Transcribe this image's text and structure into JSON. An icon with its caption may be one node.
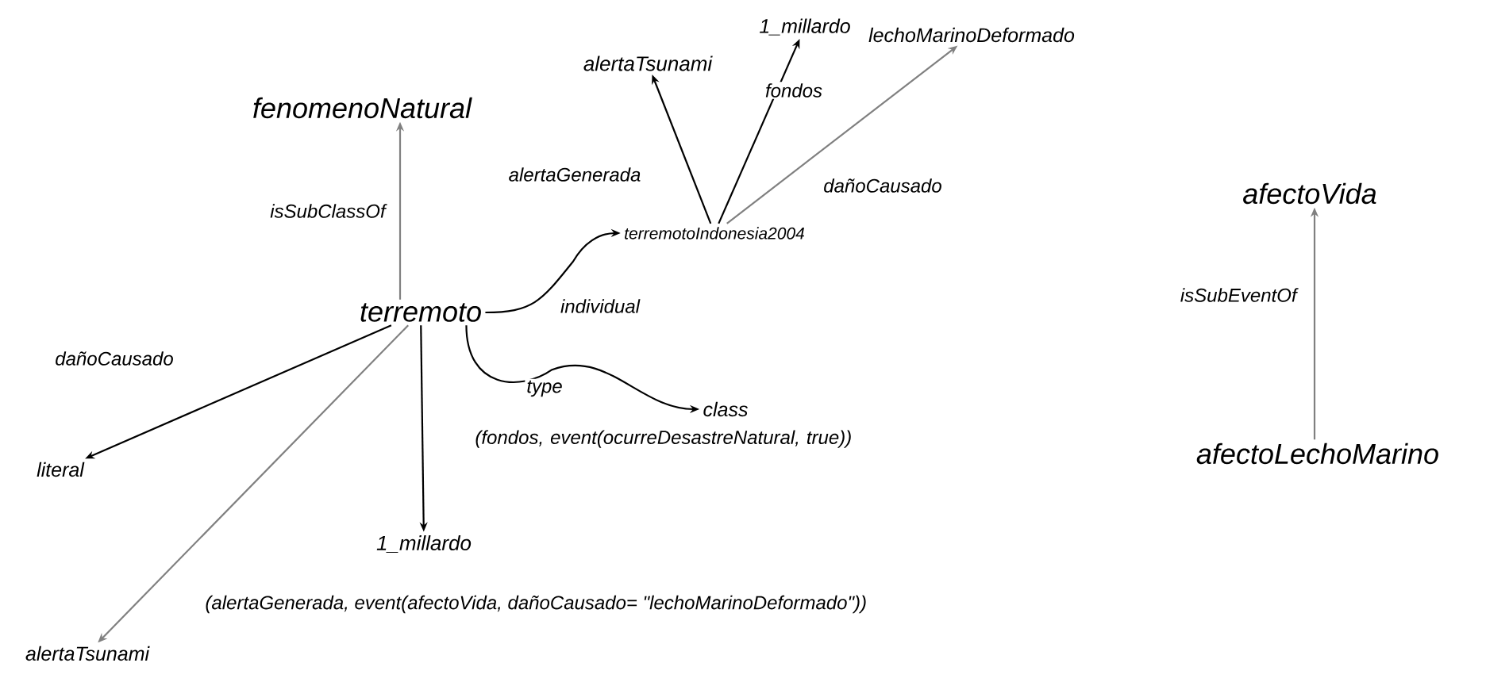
{
  "diagram": {
    "nodes": [
      {
        "text": [
          "fenomenoNatural"
        ]
      },
      {
        "text": [
          "terremoto"
        ]
      },
      {
        "text": [
          "terremotoIndonesia2004"
        ]
      },
      {
        "text": [
          "alertaTsunami"
        ]
      },
      {
        "text": [
          "1_millardo"
        ]
      },
      {
        "text": [
          "lechoMarinoDeformado"
        ]
      },
      {
        "text": [
          "literal"
        ]
      },
      {
        "text": [
          "1_millardo"
        ]
      },
      {
        "text": [
          "alertaTsunami"
        ]
      },
      {
        "text": [
          "class"
        ]
      },
      {
        "text": [
          "afectoVida"
        ]
      },
      {
        "text": [
          "afectoLechoMarino"
        ]
      }
    ],
    "edges": [
      {
        "from": 1,
        "to": 0,
        "arrow": "to",
        "label": "isSubClassOf",
        "color": "#808080"
      },
      {
        "from": 1,
        "to": 2,
        "arrow": "to",
        "label": "individual"
      },
      {
        "from": 2,
        "to": 3,
        "arrow": "to",
        "label": "alertaGenerada"
      },
      {
        "from": 2,
        "to": 4,
        "arrow": "to",
        "label": "fondos"
      },
      {
        "from": 2,
        "to": 5,
        "arrow": "to",
        "label": "dañoCausado",
        "color": "#808080"
      },
      {
        "from": 1,
        "to": 6,
        "arrow": "to",
        "label": "dañoCausado"
      },
      {
        "from": 1,
        "to": 7,
        "arrow": "to",
        "label": "(fondos, event(ocurreDesastreNatural, true))"
      },
      {
        "from": 1,
        "to": 8,
        "arrow": "to",
        "label": "(alertaGenerada, event(afectoVida, dañoCausado= \"lechoMarinoDeformado\"))",
        "color": "#808080"
      },
      {
        "from": 11,
        "to": 10,
        "arrow": "to",
        "label": "isSubEventOf",
        "color": "#808080"
      },
      {
        "from": 1,
        "to": 9,
        "arrow": "to",
        "label": "type"
      }
    ]
  }
}
